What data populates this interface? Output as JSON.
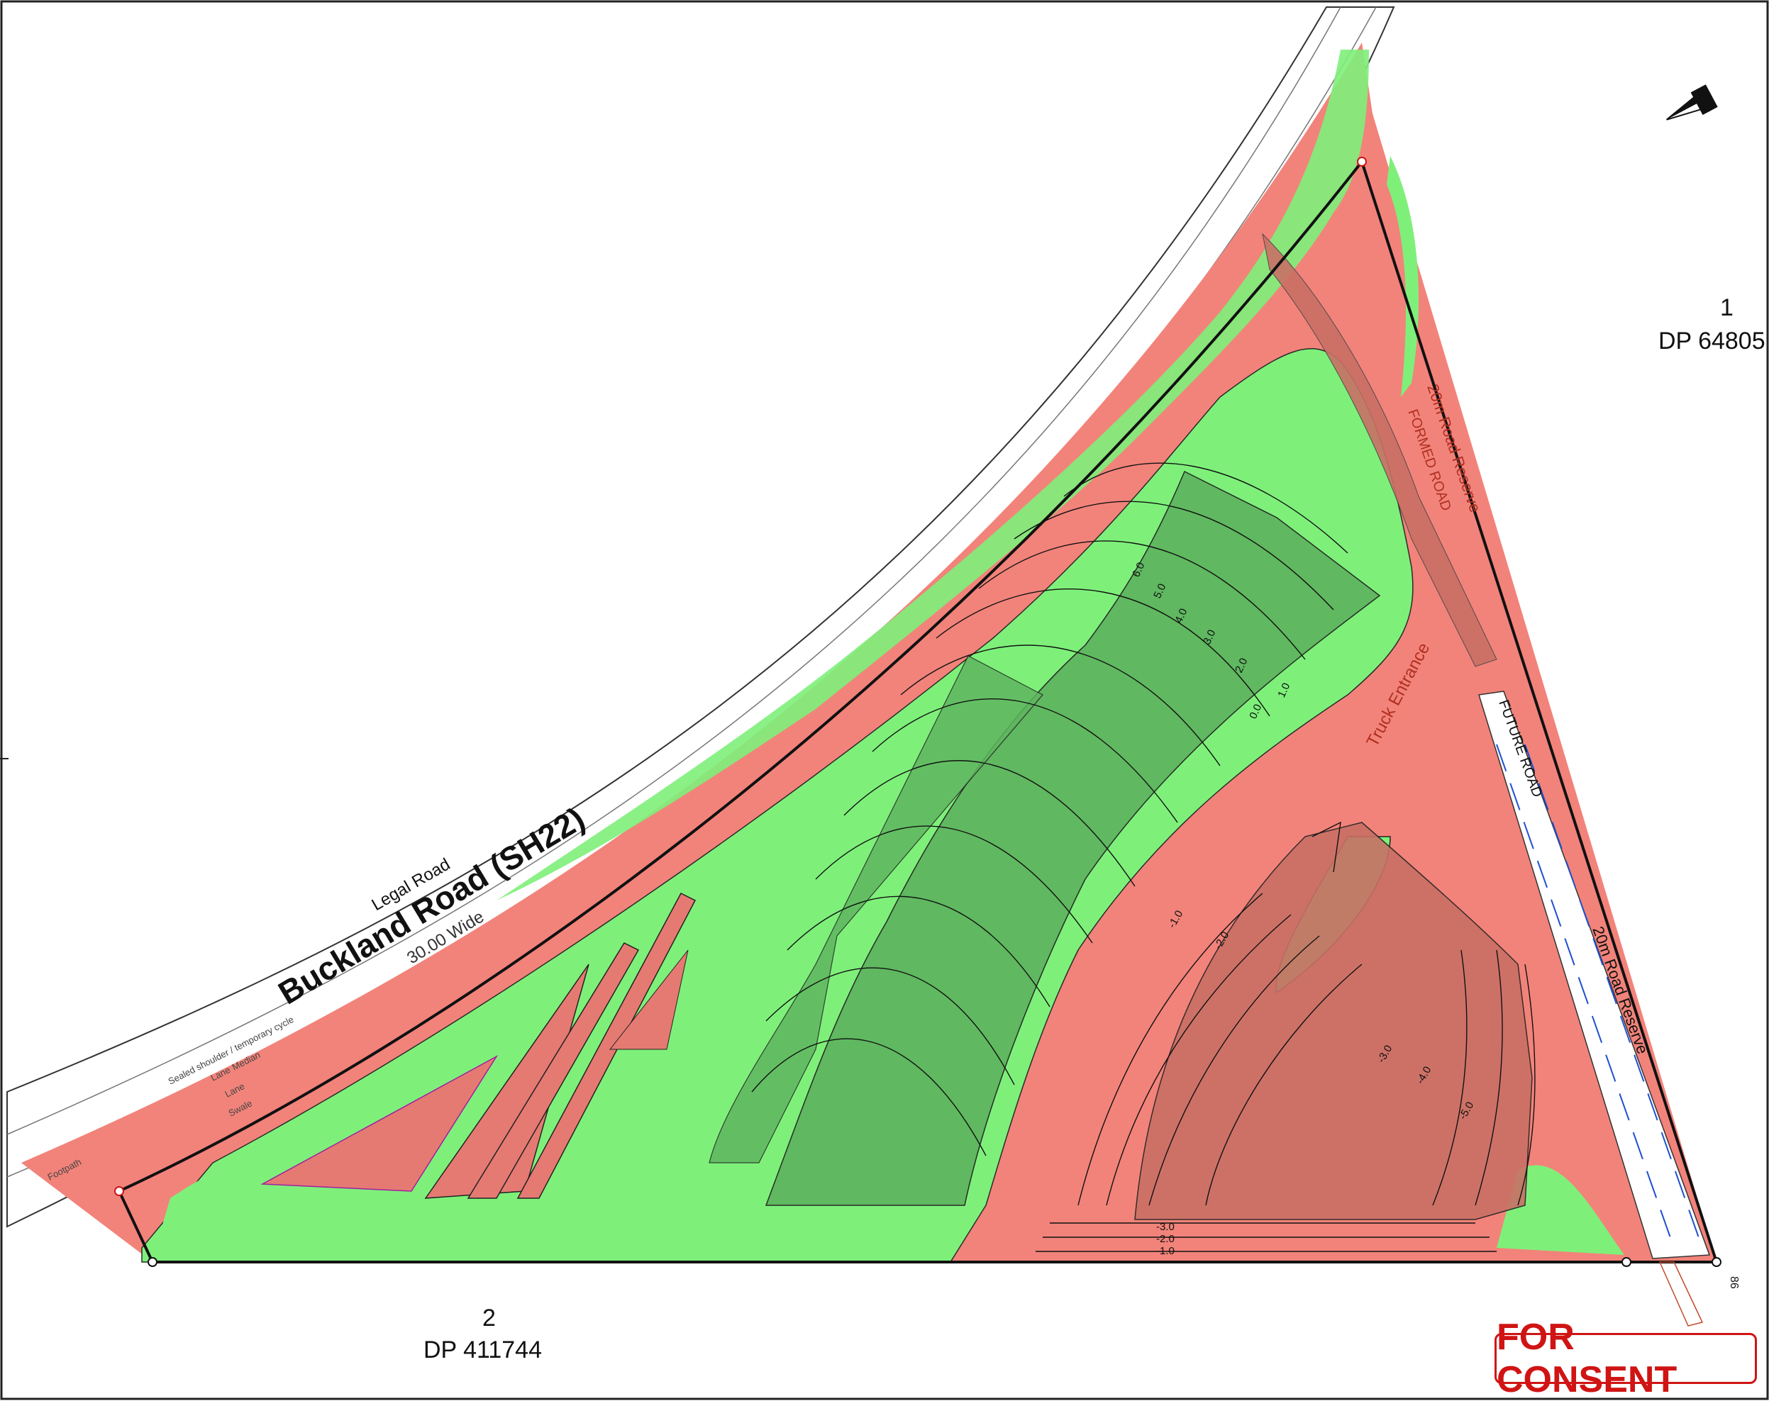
{
  "parcels": {
    "north_east": {
      "number": "1",
      "dp": "DP 64805"
    },
    "south": {
      "number": "2",
      "dp": "DP 411744"
    }
  },
  "road": {
    "legal": "Legal Road",
    "name": "Buckland Road (SH22)",
    "width": "30.00 Wide",
    "lanes": [
      "Sealed shoulder / temporary cycle",
      "Lane",
      "Median",
      "Lane",
      "Swale",
      "Footpath"
    ]
  },
  "road_reserves": {
    "north": "20m Road Reserve",
    "formed": "FORMED ROAD",
    "east": "20m Road Reserve",
    "future": "FUTURE ROAD"
  },
  "truck_entrance": "Truck Entrance",
  "stamp": "FOR CONSENT",
  "lot_number_corner": "86",
  "colors": {
    "fill": "#7ef07a",
    "cut": "#f2837a",
    "cut_deep": "#c97066",
    "fill_deep": "#5fb65f",
    "stamp": "#d01414"
  },
  "contours_fill": [
    "0.0",
    "1.0",
    "2.0",
    "3.0",
    "4.0",
    "5.0",
    "6.0"
  ],
  "contours_cut": [
    "-1.0",
    "-2.0",
    "-3.0",
    "-4.0",
    "-5.0"
  ],
  "contours_south": [
    "-3.0",
    "-2.0",
    "-1.0"
  ]
}
